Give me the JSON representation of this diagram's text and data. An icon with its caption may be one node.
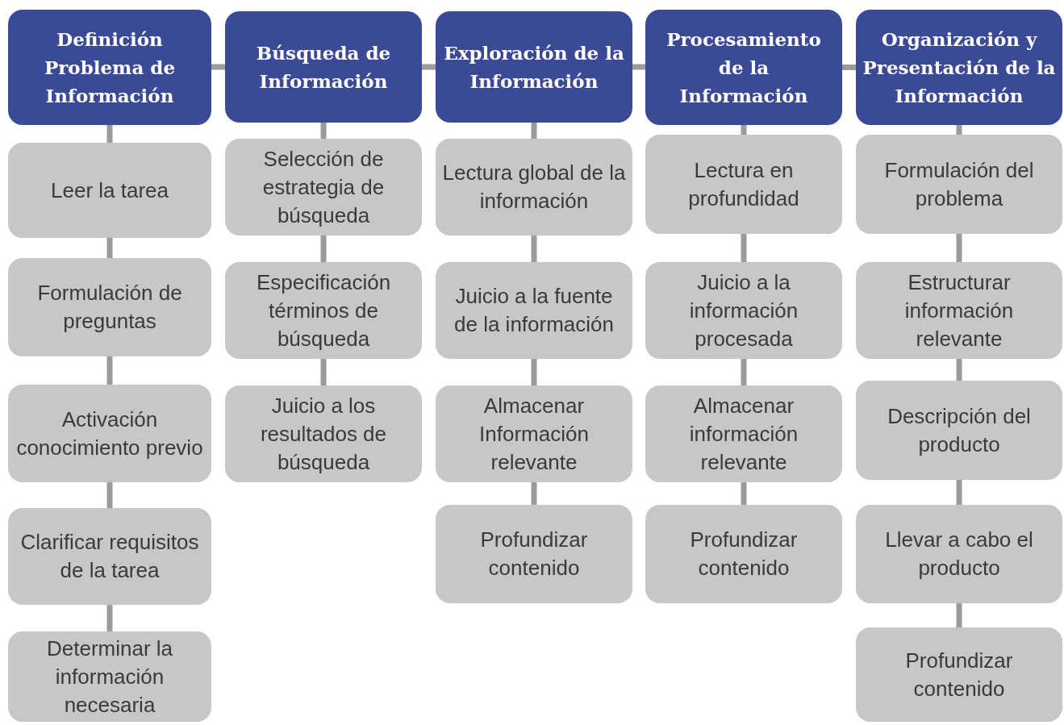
{
  "diagram": {
    "nodes": [
      {
        "text": [
          "Definición Problema de Información"
        ]
      },
      {
        "text": [
          "Búsqueda de Información"
        ]
      },
      {
        "text": [
          "Exploración de la Información"
        ]
      },
      {
        "text": [
          "Procesamiento de la Información"
        ]
      },
      {
        "text": [
          "Organización y Presentación de la Información"
        ]
      },
      {
        "text": [
          "Leer la tarea"
        ]
      },
      {
        "text": [
          "Formulación de preguntas"
        ]
      },
      {
        "text": [
          "Activación conocimiento previo"
        ]
      },
      {
        "text": [
          "Clarificar requisitos de la tarea"
        ]
      },
      {
        "text": [
          "Determinar la información necesaria"
        ]
      },
      {
        "text": [
          "Selección de estrategia de búsqueda"
        ]
      },
      {
        "text": [
          "Especificación términos de búsqueda"
        ]
      },
      {
        "text": [
          "Juicio a los resultados de búsqueda"
        ]
      },
      {
        "text": [
          "Lectura global de la información"
        ]
      },
      {
        "text": [
          "Juicio a la fuente de la información"
        ]
      },
      {
        "text": [
          "Almacenar Información relevante"
        ]
      },
      {
        "text": [
          "Profundizar contenido"
        ]
      },
      {
        "text": [
          "Lectura en profundidad"
        ]
      },
      {
        "text": [
          "Juicio a la información procesada"
        ]
      },
      {
        "text": [
          "Almacenar información relevante"
        ]
      },
      {
        "text": [
          "Profundizar contenido"
        ]
      },
      {
        "text": [
          "Formulación del problema"
        ]
      },
      {
        "text": [
          "Estructurar información relevante"
        ]
      },
      {
        "text": [
          "Descripción del producto"
        ]
      },
      {
        "text": [
          "Llevar a cabo el producto"
        ]
      },
      {
        "text": [
          "Profundizar contenido"
        ]
      }
    ],
    "edges": [
      {
        "from": 0,
        "to": 1,
        "arrow": "none"
      },
      {
        "from": 1,
        "to": 2,
        "arrow": "none"
      },
      {
        "from": 2,
        "to": 3,
        "arrow": "none"
      },
      {
        "from": 3,
        "to": 4,
        "arrow": "none"
      },
      {
        "from": 0,
        "to": 5,
        "arrow": "none"
      },
      {
        "from": 5,
        "to": 6,
        "arrow": "none"
      },
      {
        "from": 6,
        "to": 7,
        "arrow": "none"
      },
      {
        "from": 7,
        "to": 8,
        "arrow": "none"
      },
      {
        "from": 8,
        "to": 9,
        "arrow": "none"
      },
      {
        "from": 1,
        "to": 10,
        "arrow": "none"
      },
      {
        "from": 10,
        "to": 11,
        "arrow": "none"
      },
      {
        "from": 11,
        "to": 12,
        "arrow": "none"
      },
      {
        "from": 2,
        "to": 13,
        "arrow": "none"
      },
      {
        "from": 13,
        "to": 14,
        "arrow": "none"
      },
      {
        "from": 14,
        "to": 15,
        "arrow": "none"
      },
      {
        "from": 15,
        "to": 16,
        "arrow": "none"
      },
      {
        "from": 3,
        "to": 17,
        "arrow": "none"
      },
      {
        "from": 17,
        "to": 18,
        "arrow": "none"
      },
      {
        "from": 18,
        "to": 19,
        "arrow": "none"
      },
      {
        "from": 19,
        "to": 20,
        "arrow": "none"
      },
      {
        "from": 4,
        "to": 21,
        "arrow": "none"
      },
      {
        "from": 21,
        "to": 22,
        "arrow": "none"
      },
      {
        "from": 22,
        "to": 23,
        "arrow": "none"
      },
      {
        "from": 23,
        "to": 24,
        "arrow": "none"
      },
      {
        "from": 24,
        "to": 25,
        "arrow": "none"
      }
    ]
  }
}
